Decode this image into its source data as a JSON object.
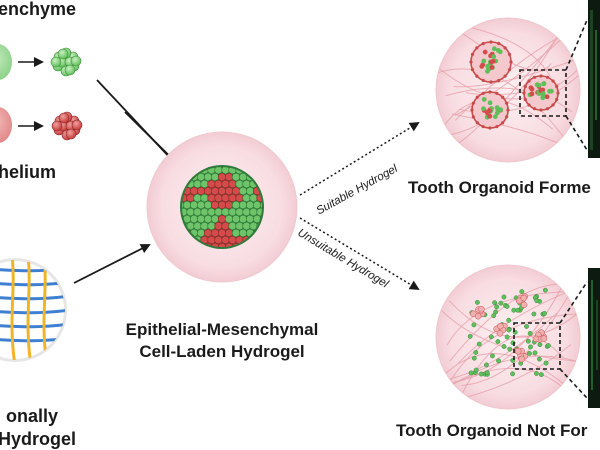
{
  "labels": {
    "mesenchyme": "enchyme",
    "epithelium": "helium",
    "hydrogel_line1": "onally",
    "hydrogel_line2": "Hydrogel",
    "center_line1": "Epithelial-Mesenchymal",
    "center_line2": "Cell-Laden Hydrogel",
    "formed": "Tooth Organoid Forme",
    "not_formed": "Tooth Organoid Not For"
  },
  "arrows": {
    "suitable": "Suitable Hydrogel",
    "unsuitable": "Unsuitable Hydrogel"
  },
  "colors": {
    "mesenchyme_cell": "#7fcf7a",
    "epithelium_cell": "#d9534f",
    "hydrogel_halo": "#f9dde1",
    "fiber": "#e6a0aa",
    "mesh_blue": "#3d7fd0",
    "mesh_yellow": "#f0b429",
    "micrograph": "#0c1a10"
  }
}
